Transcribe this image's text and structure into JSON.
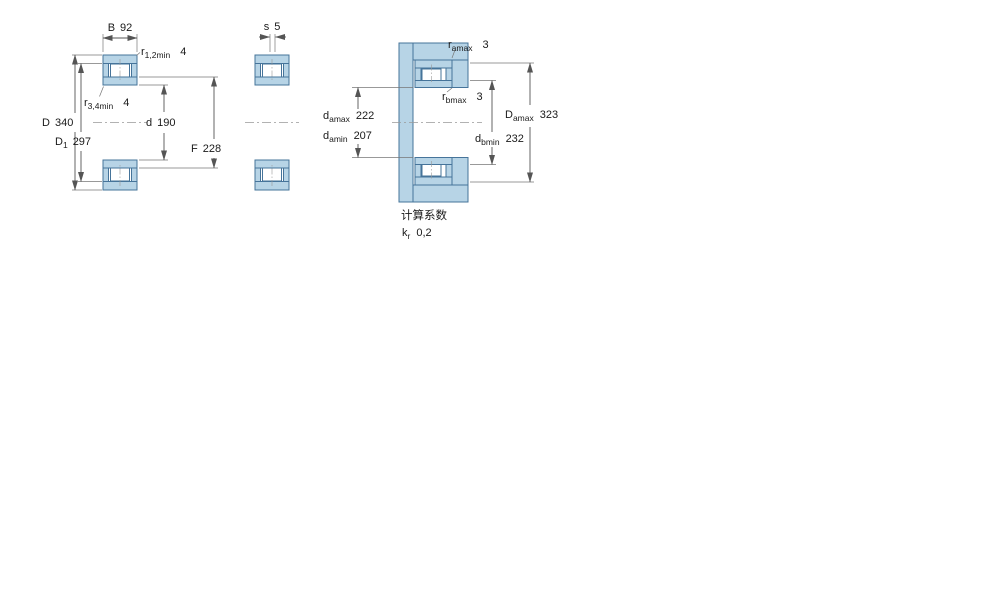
{
  "drawing": {
    "colors": {
      "ring_fill": "#b7d4e6",
      "outline": "#46749a",
      "dimension_line": "#555555",
      "text": "#1a1a1a",
      "background": "#ffffff"
    },
    "front_view": {
      "b": {
        "label": "B",
        "value": "92"
      },
      "r12": {
        "label": "r",
        "sub": "1,2min",
        "value": "4"
      },
      "r34": {
        "label": "r",
        "sub": "3,4min",
        "value": "4"
      },
      "D": {
        "label": "D",
        "value": "340"
      },
      "D1": {
        "label": "D",
        "sub": "1",
        "value": "297"
      },
      "d": {
        "label": "d",
        "value": "190"
      },
      "F": {
        "label": "F",
        "value": "228"
      }
    },
    "profile_view": {
      "s": {
        "label": "s",
        "value": "5"
      }
    },
    "mounting_view": {
      "ramax": {
        "label": "r",
        "sub": "amax",
        "value": "3"
      },
      "rbmax": {
        "label": "r",
        "sub": "bmax",
        "value": "3"
      },
      "damax": {
        "label": "d",
        "sub": "amax",
        "value": "222"
      },
      "damin": {
        "label": "d",
        "sub": "amin",
        "value": "207"
      },
      "dbmin": {
        "label": "d",
        "sub": "bmin",
        "value": "232"
      },
      "Damax": {
        "label": "D",
        "sub": "amax",
        "value": "323"
      }
    },
    "calculation_factors": {
      "title": "计算系数",
      "kr": {
        "label": "k",
        "sub": "r",
        "value": "0,2"
      }
    }
  }
}
